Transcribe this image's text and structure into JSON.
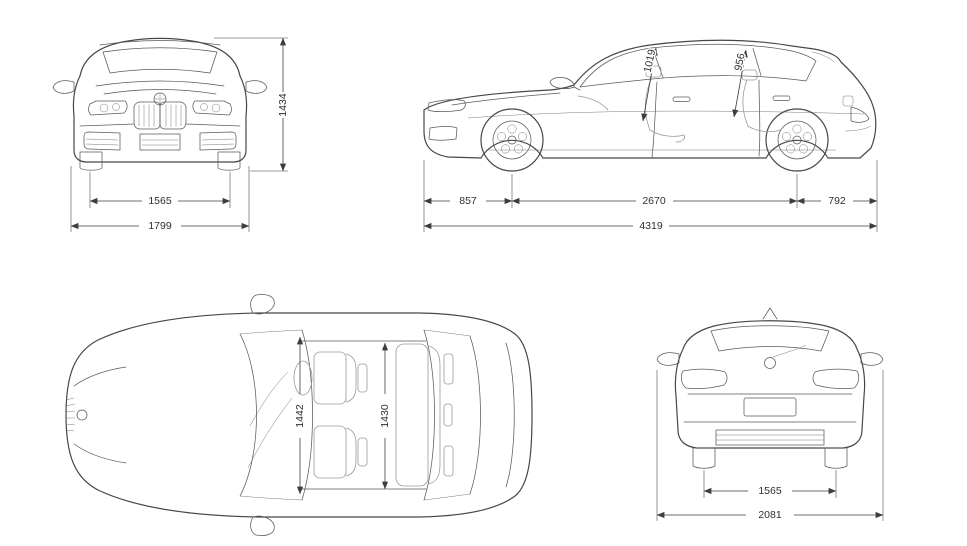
{
  "meta": {
    "description": "Vehicle technical dimensions blueprint, four orthographic views of a hatchback car",
    "background_color": "#ffffff",
    "line_color": "#474747",
    "dimension_color": "#3d3d3d"
  },
  "views": {
    "front": {
      "dims": {
        "overall_height": "1434",
        "track": "1565",
        "overall_width": "1799"
      }
    },
    "side": {
      "dims": {
        "front_headroom": "1019",
        "rear_headroom": "956",
        "front_overhang": "857",
        "wheelbase": "2670",
        "rear_overhang": "792",
        "overall_length": "4319"
      }
    },
    "top": {
      "dims": {
        "front_interior_width": "1442",
        "rear_interior_width": "1430"
      }
    },
    "rear": {
      "dims": {
        "track": "1565",
        "overall_width_mirrors": "2081"
      }
    }
  }
}
